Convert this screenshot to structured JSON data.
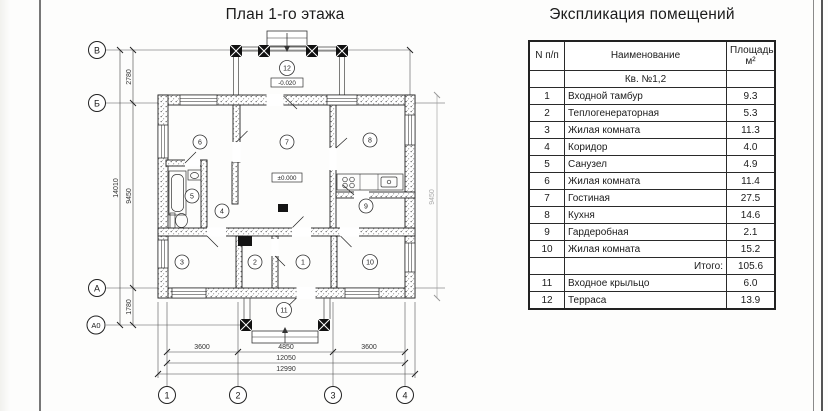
{
  "page": {
    "plan_title": "План 1-го этажа",
    "table_title": "Экспликация помещений"
  },
  "table": {
    "headers": {
      "num": "N п/п",
      "name": "Наименование",
      "area_line1": "Площадь,",
      "area_line2": "м²"
    },
    "rows": [
      {
        "n": "",
        "name": "Кв. №1,2",
        "area": "",
        "style": "center"
      },
      {
        "n": "1",
        "name": "Входной тамбур",
        "area": "9.3",
        "style": ""
      },
      {
        "n": "2",
        "name": "Теплогенераторная",
        "area": "5.3",
        "style": ""
      },
      {
        "n": "3",
        "name": "Жилая комната",
        "area": "11.3",
        "style": ""
      },
      {
        "n": "4",
        "name": "Коридор",
        "area": "4.0",
        "style": ""
      },
      {
        "n": "5",
        "name": "Санузел",
        "area": "4.9",
        "style": ""
      },
      {
        "n": "6",
        "name": "Жилая комната",
        "area": "11.4",
        "style": ""
      },
      {
        "n": "7",
        "name": "Гостиная",
        "area": "27.5",
        "style": ""
      },
      {
        "n": "8",
        "name": "Кухня",
        "area": "14.6",
        "style": ""
      },
      {
        "n": "9",
        "name": "Гардеробная",
        "area": "2.1",
        "style": ""
      },
      {
        "n": "10",
        "name": "Жилая комната",
        "area": "15.2",
        "style": ""
      },
      {
        "n": "",
        "name": "Итого:",
        "area": "105.6",
        "style": "right"
      },
      {
        "n": "11",
        "name": "Входное крыльцо",
        "area": "6.0",
        "style": ""
      },
      {
        "n": "12",
        "name": "Терраса",
        "area": "13.9",
        "style": ""
      }
    ]
  },
  "plan": {
    "axes": {
      "cols": [
        "1",
        "2",
        "3",
        "4"
      ],
      "rows": [
        "В",
        "Б",
        "А",
        "А0"
      ]
    },
    "room_numbers": [
      "1",
      "2",
      "3",
      "4",
      "5",
      "6",
      "7",
      "8",
      "9",
      "10",
      "11",
      "12"
    ],
    "dims": {
      "bottom_segments": [
        "3600",
        "4850",
        "3600"
      ],
      "bottom_total": "12050",
      "bottom_overall": "12990",
      "left_segments": [
        "2780",
        "9450",
        "1780"
      ],
      "left_overall": "14010",
      "right_side": "9450"
    },
    "elevations": {
      "terrace": "-0.020",
      "floor": "±0.000"
    }
  },
  "colors": {
    "ink": "#1f1f1f",
    "dim_line": "#444444",
    "faint": "#9a9a9a",
    "page_edge": "#6b6b6b"
  }
}
